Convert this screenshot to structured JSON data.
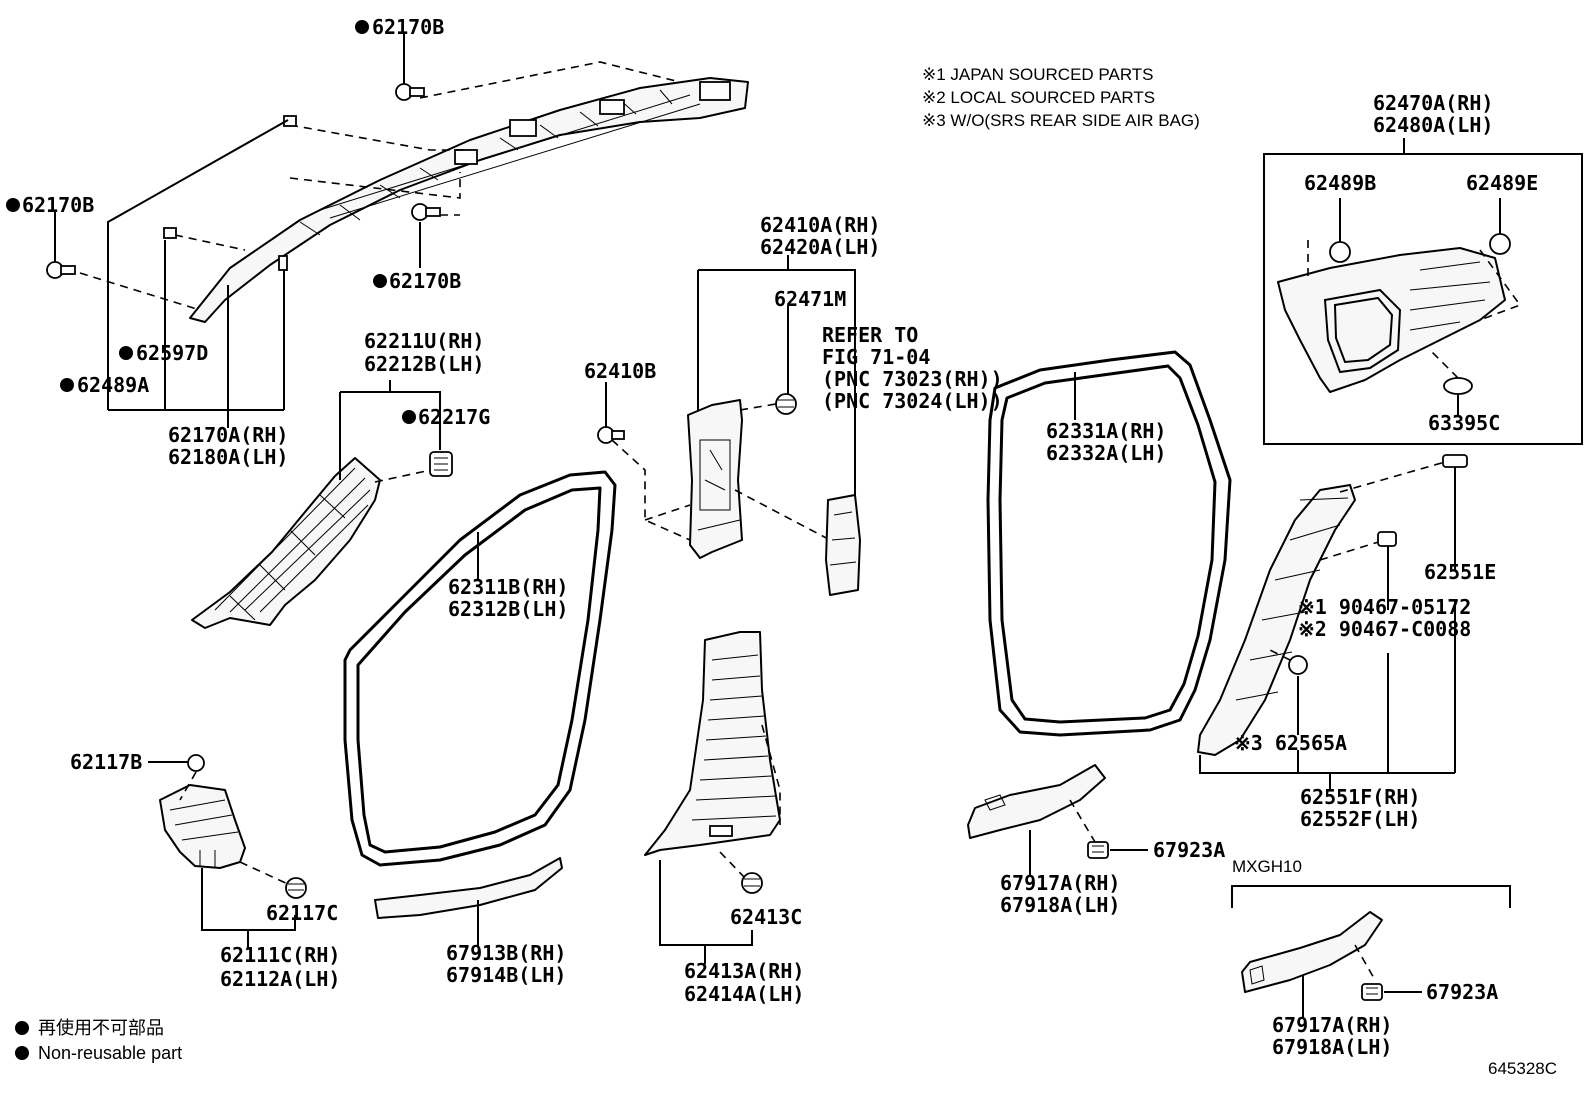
{
  "notes": {
    "n1": "※1 JAPAN SOURCED PARTS",
    "n2": "※2 LOCAL SOURCED PARTS",
    "n3": "※3 W/O(SRS REAR SIDE AIR BAG)"
  },
  "labels": {
    "p62170B_top": "62170B",
    "p62170B_left": "62170B",
    "p62170B_mid": "62170B",
    "p62597D": "62597D",
    "p62489A": "62489A",
    "p62170A": "62170A(RH)",
    "p62180A": "62180A(LH)",
    "p62211U": "62211U(RH)",
    "p62212B": "62212B(LH)",
    "p62217G": "62217G",
    "p62410B": "62410B",
    "p62410A": "62410A(RH)",
    "p62420A": "62420A(LH)",
    "p62471M": "62471M",
    "refer1": "REFER TO",
    "refer2": "FIG 71-04",
    "refer3": "(PNC 73023(RH))",
    "refer4": "(PNC 73024(LH))",
    "p62311B": "62311B(RH)",
    "p62312B": "62312B(LH)",
    "p62331A": "62331A(RH)",
    "p62332A": "62332A(LH)",
    "p62470A": "62470A(RH)",
    "p62480A": "62480A(LH)",
    "p62489B": "62489B",
    "p62489E": "62489E",
    "p63395C": "63395C",
    "p62551E": "62551E",
    "p90467_1": "※1 90467-05172",
    "p90467_2": "※2 90467-C0088",
    "p62565A": "※3 62565A",
    "p62551F": "62551F(RH)",
    "p62552F": "62552F(LH)",
    "p62117B": "62117B",
    "p62117C": "62117C",
    "p62111C": "62111C(RH)",
    "p62112A": "62112A(LH)",
    "p67913B": "67913B(RH)",
    "p67914B": "67914B(LH)",
    "p62413C": "62413C",
    "p62413A": "62413A(RH)",
    "p62414A": "62414A(LH)",
    "p67923A_1": "67923A",
    "p67917A_1": "67917A(RH)",
    "p67918A_1": "67918A(LH)",
    "mxgh10": "MXGH10",
    "p67923A_2": "67923A",
    "p67917A_2": "67917A(RH)",
    "p67918A_2": "67918A(LH)"
  },
  "legend": {
    "jp": "再使用不可部品",
    "en": "Non-reusable part"
  },
  "figure_id": "645328C"
}
